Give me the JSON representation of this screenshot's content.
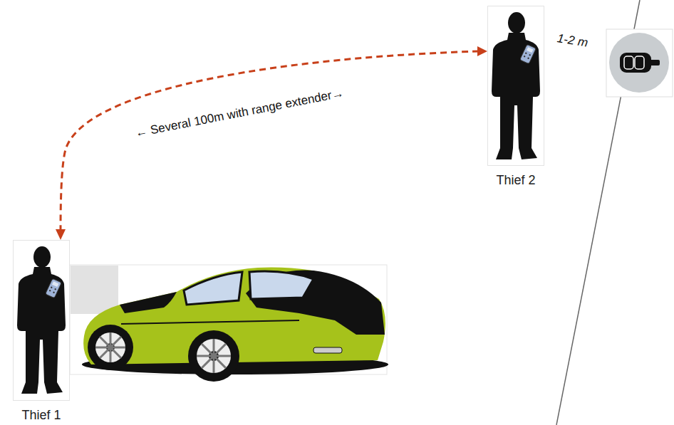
{
  "diagram": {
    "nodes": [
      {
        "text": [
          "Thief 1"
        ]
      },
      {
        "text": [
          "Thief 2"
        ]
      }
    ],
    "edges": [
      {
        "from": 1,
        "to": 0,
        "arrow": "both",
        "label": "← Several 100m with range extender→"
      }
    ],
    "labels": [
      "1-2 m"
    ]
  }
}
